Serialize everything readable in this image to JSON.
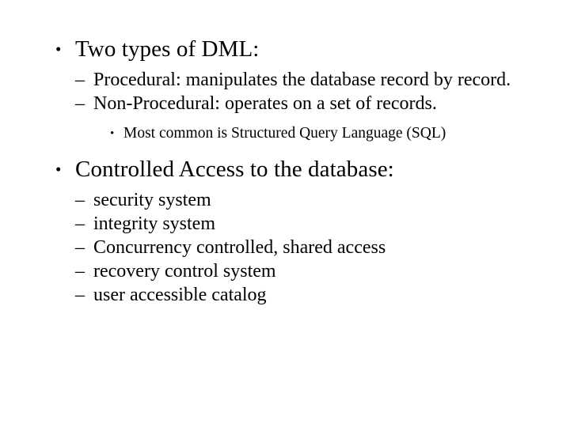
{
  "slide": {
    "background_color": "#ffffff",
    "text_color": "#000000",
    "markers": {
      "level1_bullet": "•",
      "level2_dash": "–",
      "level3_bullet": "•"
    },
    "blocks": [
      {
        "level": 1,
        "name": "bullet-two-types-of-dml",
        "text": "Two types of DML:"
      },
      {
        "level": 2,
        "name": "bullet-procedural",
        "text": "Procedural: manipulates the database record by record."
      },
      {
        "level": 2,
        "name": "bullet-non-procedural",
        "text": "Non-Procedural: operates on a set of records."
      },
      {
        "level": 3,
        "name": "bullet-most-common-sql",
        "text": "Most common is Structured Query Language (SQL)"
      },
      {
        "level": 1,
        "name": "bullet-controlled-access",
        "text": "Controlled Access to the database:"
      },
      {
        "level": 2,
        "name": "bullet-security-system",
        "text": "security system"
      },
      {
        "level": 2,
        "name": "bullet-integrity-system",
        "text": "integrity system"
      },
      {
        "level": 2,
        "name": "bullet-concurrency-controlled",
        "text": "Concurrency controlled, shared access"
      },
      {
        "level": 2,
        "name": "bullet-recovery-control-system",
        "text": "recovery control system"
      },
      {
        "level": 2,
        "name": "bullet-user-accessible-catalog",
        "text": "user accessible catalog"
      }
    ]
  }
}
